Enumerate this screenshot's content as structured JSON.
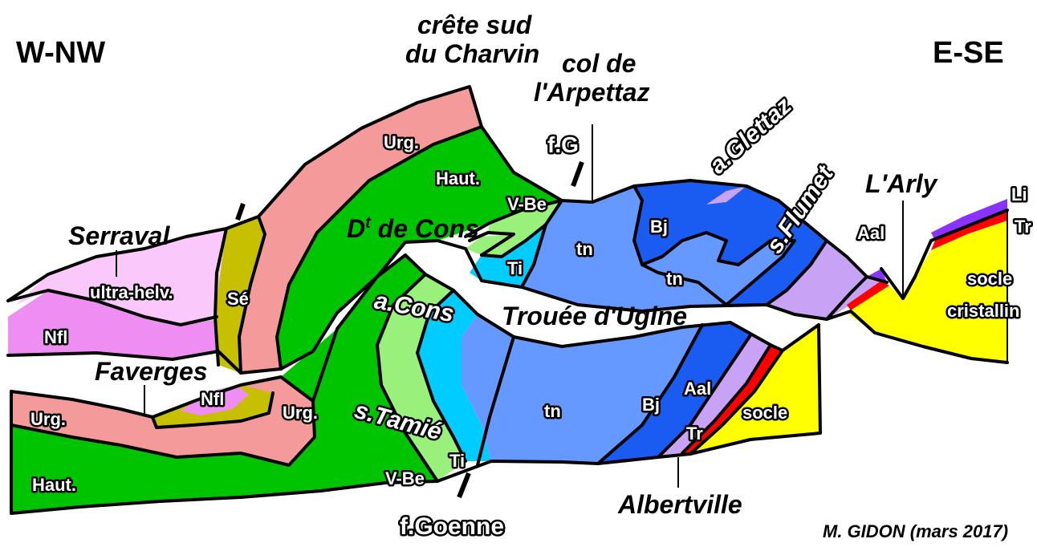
{
  "orientation": {
    "west": "W-NW",
    "east": "E-SE"
  },
  "localities": {
    "serraval": "Serraval",
    "faverges": "Faverges",
    "crete_line1": "crête sud",
    "crete_line2": "du Charvin",
    "col_line1": "col de",
    "col_line2": "l'Arpettaz",
    "arly": "L'Arly",
    "trouee": "Trouée d'Ugine",
    "albertville": "Albertville"
  },
  "structures": {
    "dent_main": "D",
    "dent_sup": "t",
    "dent_rest": " de Cons",
    "a_cons": "a.Cons",
    "a_glettaz": "a.Glettaz",
    "s_flumet": "s.Flumet",
    "s_tamie": "s.Tamié",
    "f_g": "f.G",
    "f_goenne": "f.Goenne"
  },
  "units": {
    "ultra_helv": "ultra-helv.",
    "nfl": "Nfl",
    "se": "Sé",
    "urg": "Urg.",
    "haut": "Haut.",
    "vbe": "V-Be",
    "ti": "Ti",
    "tn": "tn",
    "bj": "Bj",
    "aal": "Aal",
    "tr": "Tr",
    "li": "Li",
    "socle": "socle",
    "socle_line1": "socle",
    "socle_line2": "cristallin"
  },
  "credit": "M. GIDON (mars 2017)",
  "colors": {
    "urgonian": "#f59a9a",
    "hauterivian": "#00c400",
    "valanginian": "#99f07a",
    "tithonian": "#00ccff",
    "tn": "#6699ff",
    "bajocian": "#1a5cf2",
    "aalenian": "#c8a2f5",
    "trias": "#ff0000",
    "lias": "#8833ff",
    "socle": "#ffff00",
    "nfl": "#ee8ef2",
    "ultra_helvetic": "#fac8fa",
    "senonian": "#c6c000"
  }
}
